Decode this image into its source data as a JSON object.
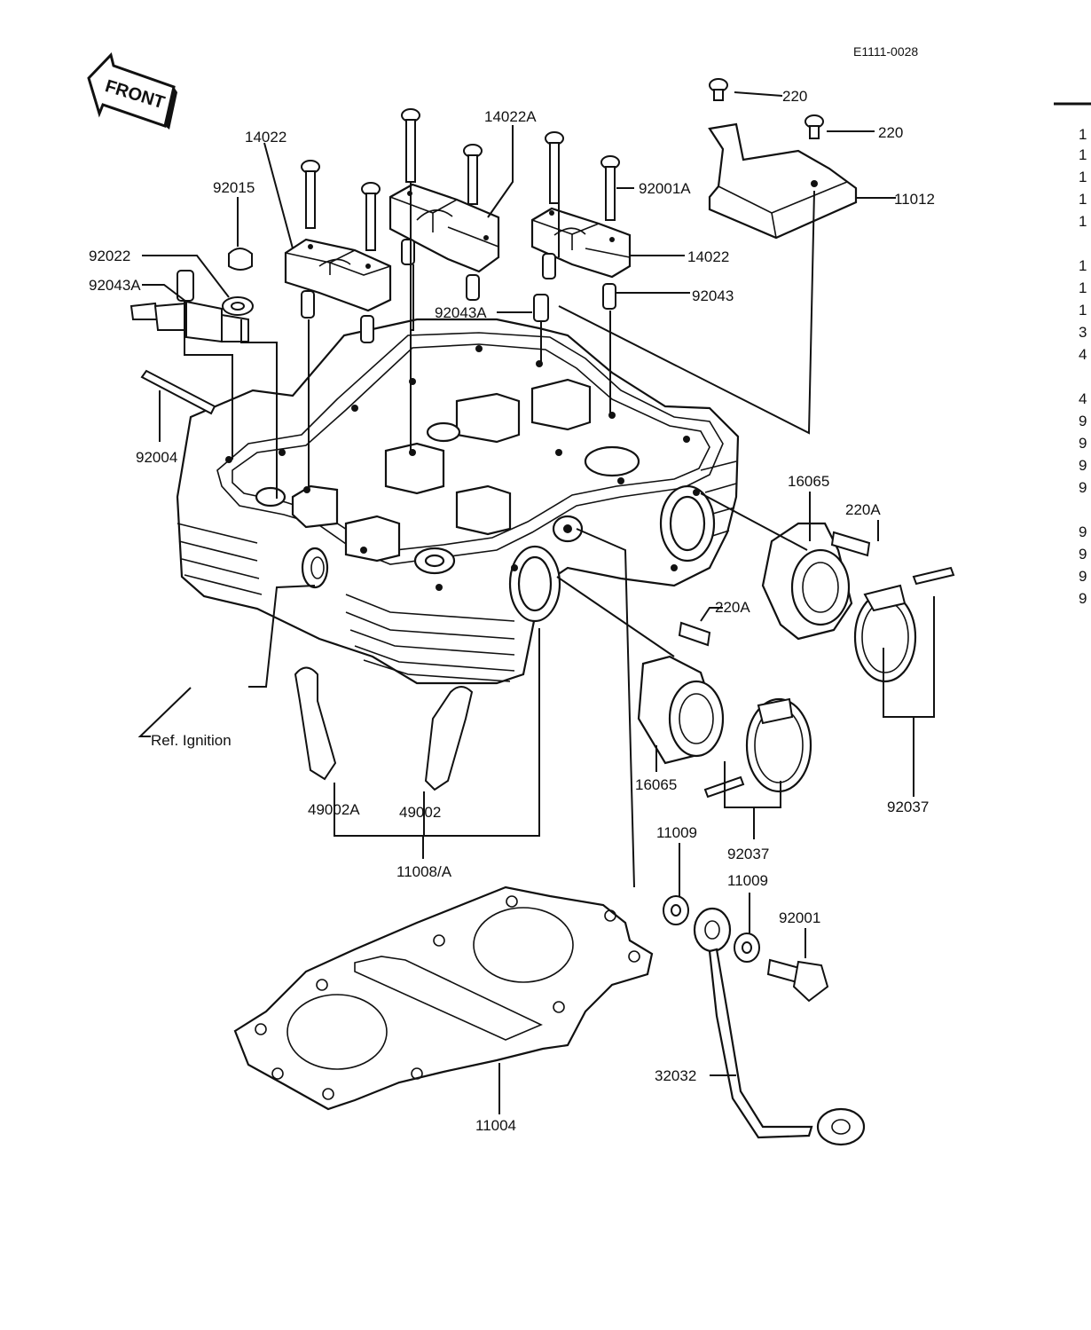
{
  "code": "E1111-0028",
  "front_label": "FRONT",
  "labels": {
    "l_14022_left": "14022",
    "l_14022A": "14022A",
    "l_92015": "92015",
    "l_92001A": "92001A",
    "l_220_top": "220",
    "l_220_right": "220",
    "l_11012": "11012",
    "l_92022": "92022",
    "l_92043A_left": "92043A",
    "l_14022_right": "14022",
    "l_92043": "92043",
    "l_92043A_mid": "92043A",
    "l_92004": "92004",
    "l_16065_top": "16065",
    "l_220A_right": "220A",
    "l_220A_mid": "220A",
    "l_ref_ignition": "Ref. Ignition",
    "l_16065_bottom": "16065",
    "l_92037_right": "92037",
    "l_49002A": "49002A",
    "l_49002": "49002",
    "l_11009_a": "11009",
    "l_11009_b": "11009",
    "l_92037_mid": "92037",
    "l_11008A": "11008/A",
    "l_92001": "92001",
    "l_32032": "32032",
    "l_11004": "11004"
  },
  "margin_digits": [
    "1",
    "1",
    "1",
    "1",
    "1",
    "1",
    "1",
    "1",
    "3",
    "4",
    "4",
    "9",
    "9",
    "9",
    "9",
    "9",
    "9",
    "9",
    "9"
  ]
}
